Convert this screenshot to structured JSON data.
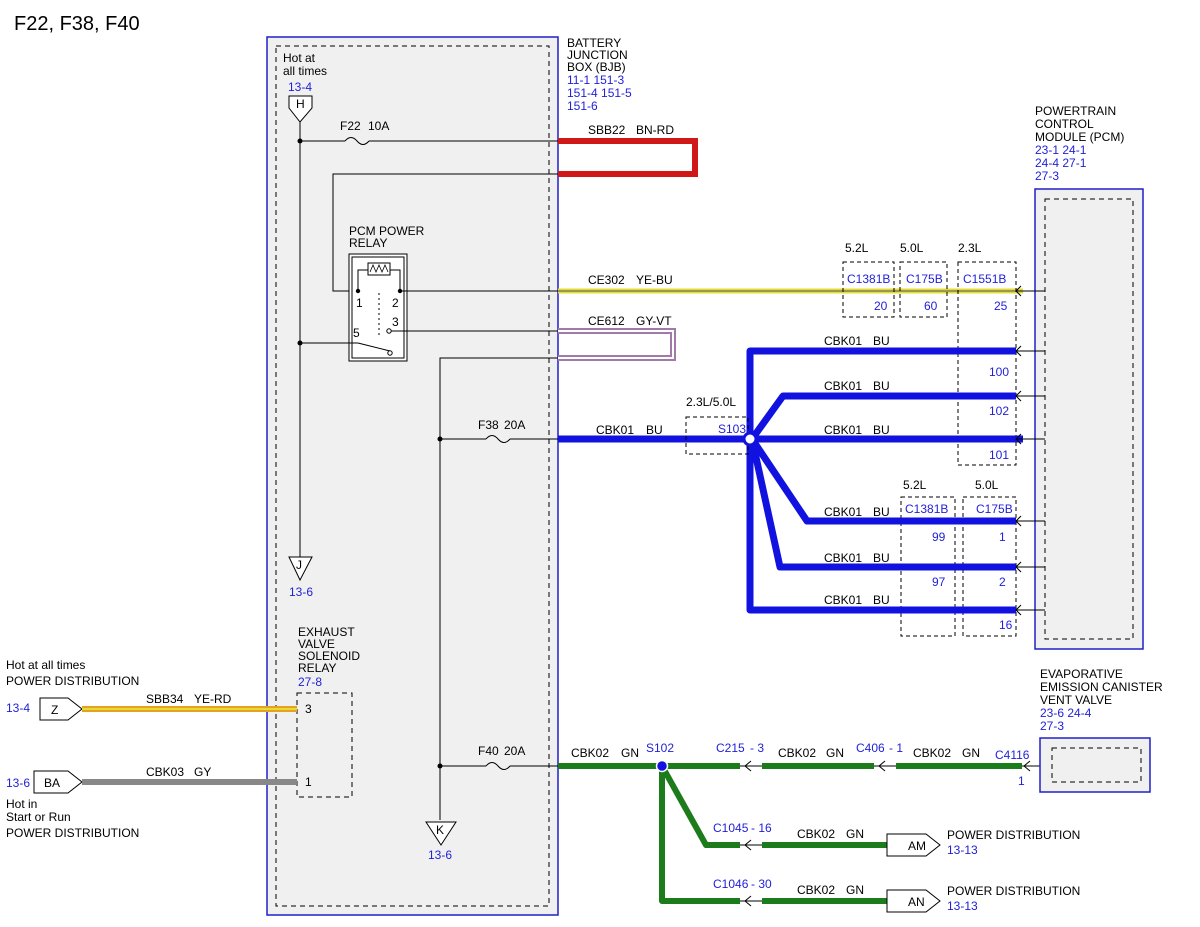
{
  "title": "F22, F38, F40",
  "colors": {
    "wire_blue": "#1212e0",
    "wire_green": "#1c7c1c",
    "wire_red": "#d01818",
    "wire_yellow": "#e2dc3a",
    "wire_orange": "#e8a020",
    "wire_gray": "#888888",
    "wire_gyvt": "#a07aa8",
    "ref_blue": "#1f1fd8",
    "bjb_fill": "#f0f0f0",
    "bjb_border": "#2020c8"
  },
  "bjb": {
    "name": [
      "BATTERY",
      "JUNCTION",
      "BOX (BJB)"
    ],
    "refs": [
      "11-1   151-3",
      "151-4  151-5",
      "151-6"
    ],
    "hot_label": [
      "Hot at",
      "all times"
    ],
    "hot_ref": "13-4",
    "node_h": "H",
    "node_j": "J",
    "node_j_ref": "13-6",
    "node_k": "K",
    "node_k_ref": "13-6"
  },
  "fuses": {
    "f22": "F22",
    "f22_rating": "10A",
    "f38": "F38",
    "f38_rating": "20A",
    "f40": "F40",
    "f40_rating": "20A"
  },
  "relay": {
    "name": [
      "PCM POWER",
      "RELAY"
    ],
    "pins": [
      "1",
      "2",
      "5",
      "3"
    ]
  },
  "exhaust_relay": {
    "name": [
      "EXHAUST",
      "VALVE",
      "SOLENOID",
      "RELAY"
    ],
    "ref": "27-8",
    "pins": [
      "3",
      "1"
    ]
  },
  "pcm": {
    "name": [
      "POWERTRAIN",
      "CONTROL",
      "MODULE (PCM)"
    ],
    "refs": [
      "23-1   24-1",
      "24-4   27-1",
      "27-3"
    ]
  },
  "evap": {
    "name": [
      "EVAPORATIVE",
      "EMISSION CANISTER",
      "VENT VALVE"
    ],
    "refs": [
      "23-6   24-4",
      "27-3"
    ],
    "connector": "C4116",
    "pin": "1"
  },
  "wires": {
    "sbb22": "SBB22",
    "sbb22_color": "BN-RD",
    "ce302": "CE302",
    "ce302_color": "YE-BU",
    "ce612": "CE612",
    "ce612_color": "GY-VT",
    "cbk01": "CBK01",
    "cbk01_color": "BU",
    "cbk02": "CBK02",
    "cbk02_color": "GN",
    "sbb34": "SBB34",
    "sbb34_color": "YE-RD",
    "cbk03": "CBK03",
    "cbk03_color": "GY"
  },
  "top_connectors": {
    "variants": [
      "5.2L",
      "5.0L",
      "2.3L"
    ],
    "names": [
      "C1381B",
      "C175B",
      "C1551B"
    ],
    "ce302_pins": [
      "20",
      "60",
      "25"
    ],
    "pins_2p3": [
      "100",
      "102",
      "101"
    ]
  },
  "bottom_connectors": {
    "variants": [
      "5.2L",
      "5.0L"
    ],
    "names": [
      "C1381B",
      "C175B"
    ],
    "pins_5p2": [
      "99",
      "97"
    ],
    "pins_5p0": [
      "1",
      "2",
      "16"
    ]
  },
  "splices": {
    "s103": "S103",
    "s103_variant": "2.3L/5.0L",
    "s102": "S102"
  },
  "inline_connectors": {
    "c215": "C215",
    "c215_pin": "- 3",
    "c406": "C406",
    "c406_pin": "- 1",
    "c1045": "C1045",
    "c1045_pin": "- 16",
    "c1046": "C1046",
    "c1046_pin": "- 30"
  },
  "left_sources": {
    "z_label": [
      "Hot at all times",
      "POWER DISTRIBUTION"
    ],
    "z_ref": "13-4",
    "z_node": "Z",
    "ba_label": [
      "Hot in",
      "Start or Run",
      "POWER DISTRIBUTION"
    ],
    "ba_ref": "13-6",
    "ba_node": "BA"
  },
  "right_dests": {
    "am_node": "AM",
    "am_label": "POWER DISTRIBUTION",
    "am_ref": "13-13",
    "an_node": "AN",
    "an_label": "POWER DISTRIBUTION",
    "an_ref": "13-13"
  }
}
